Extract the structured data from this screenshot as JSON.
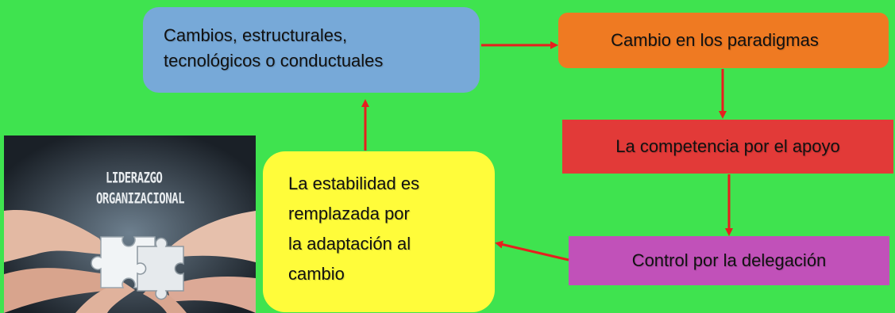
{
  "boxes": {
    "structural_changes": "Cambios, estructurales,\ntecnológicos o conductuales",
    "paradigm_change": "Cambio en los paradigmas",
    "competition": "La competencia por el apoyo",
    "control": "Control por la delegación",
    "stability": "La estabilidad es\nremplazada por\nla adaptación al\ncambio"
  },
  "image": {
    "logo_line1": "LIDERAZGO",
    "logo_line2": "ORGANIZACIONAL",
    "subject": "hands joining puzzle pieces"
  },
  "colors": {
    "background": "#3fe34f",
    "blue_box": "#77a9d8",
    "orange_box": "#ef7a22",
    "red_box": "#e23a38",
    "purple_box": "#c151b9",
    "yellow_box": "#fffc3a",
    "arrow": "#e81e1e"
  }
}
